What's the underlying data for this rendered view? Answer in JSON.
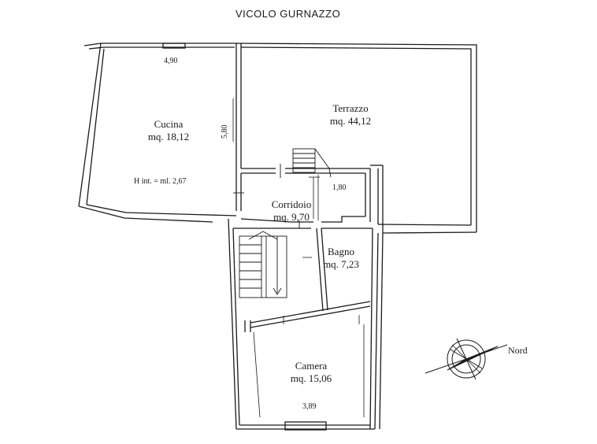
{
  "street": "VICOLO GURNAZZO",
  "rooms": {
    "cucina": {
      "name": "Cucina",
      "area": "mq. 18,12",
      "height": "H int. = ml. 2,67"
    },
    "terrazzo": {
      "name": "Terrazzo",
      "area": "mq. 44,12"
    },
    "corridoio": {
      "name": "Corridoio",
      "area": "mq. 9,70"
    },
    "bagno": {
      "name": "Bagno",
      "area": "mq. 7,23"
    },
    "camera": {
      "name": "Camera",
      "area": "mq. 15,06"
    }
  },
  "dimensions": {
    "cucina_width": "4,90",
    "cucina_height": "5,80",
    "stair_landing": "1,80",
    "camera_width": "3,89"
  },
  "north_label": "Nord",
  "colors": {
    "line": "#1a1a1a",
    "background": "#ffffff"
  }
}
